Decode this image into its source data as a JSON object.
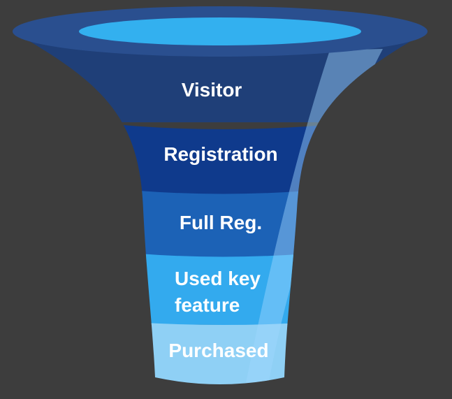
{
  "background": "#3d3d3d",
  "stages": [
    {
      "label_lines": [
        "Visitor"
      ],
      "color": "#1f3f78"
    },
    {
      "label_lines": [
        "Registration"
      ],
      "color": "#0f3a8c"
    },
    {
      "label_lines": [
        "Full Reg."
      ],
      "color": "#1c62b6"
    },
    {
      "label_lines": [
        "Used key",
        "feature"
      ],
      "color": "#33aaee"
    },
    {
      "label_lines": [
        "Purchased"
      ],
      "color": "#8fd0f5"
    }
  ],
  "rim": {
    "outer_color": "#2a4f8f",
    "inner_color": "#33b0ef"
  },
  "highlight_color": "#9fd8ff"
}
